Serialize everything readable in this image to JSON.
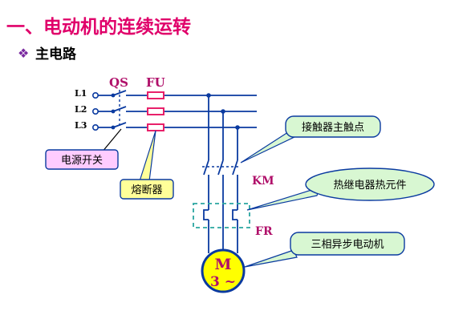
{
  "title": "一、电动机的连续运转",
  "subtitle": {
    "bullet": "❖",
    "text": "主电路"
  },
  "phases": [
    "L1",
    "L2",
    "L3"
  ],
  "labels": {
    "qs": "QS",
    "fu": "FU",
    "km": "KM",
    "fr": "FR"
  },
  "motor": {
    "line1": "M",
    "line2": "3 ~"
  },
  "callouts": {
    "power_switch": "电源开关",
    "fuse": "熔断器",
    "main_contact": "接触器主触点",
    "thermal_element": "热继电器热元件",
    "async_motor": "三相异步电动机"
  },
  "colors": {
    "title": "#e0006a",
    "line": "#0a3aa0",
    "fuse": "#e8206a",
    "fr_box": "#2aa6a0",
    "callout_fill": "#d8f7d2",
    "fuse_callout_fill": "#ffff99",
    "power_callout_fill": "#ffccff",
    "motor_fill": "#ffff00",
    "motor_ring": "#0a3aa0"
  }
}
